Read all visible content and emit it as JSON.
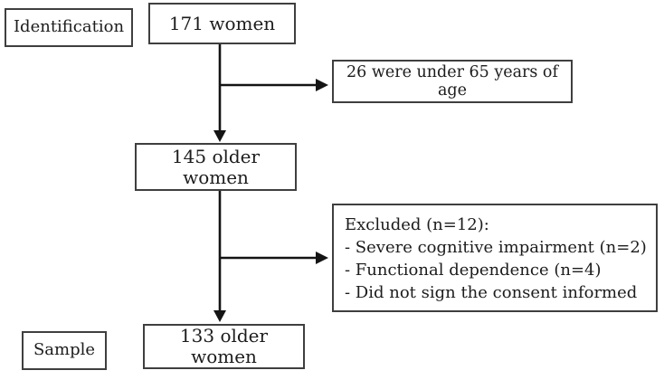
{
  "diagram": {
    "type": "participant-flow",
    "stages": {
      "identification": "Identification",
      "sample": "Sample"
    },
    "nodes": {
      "initial": "171 women",
      "excluded_age": "26 were under 65 years of age",
      "eligible": "145 older women",
      "excluded": {
        "title": "Excluded (n=12):",
        "items": [
          "- Severe cognitive impairment (n=2)",
          "- Functional dependence (n=4)",
          "- Did not sign the consent informed"
        ]
      },
      "final": "133 older women"
    },
    "colors": {
      "box_border": "#3f3f3f",
      "arrow": "#141414",
      "text": "#1c1c1c",
      "background": "#ffffff"
    }
  }
}
